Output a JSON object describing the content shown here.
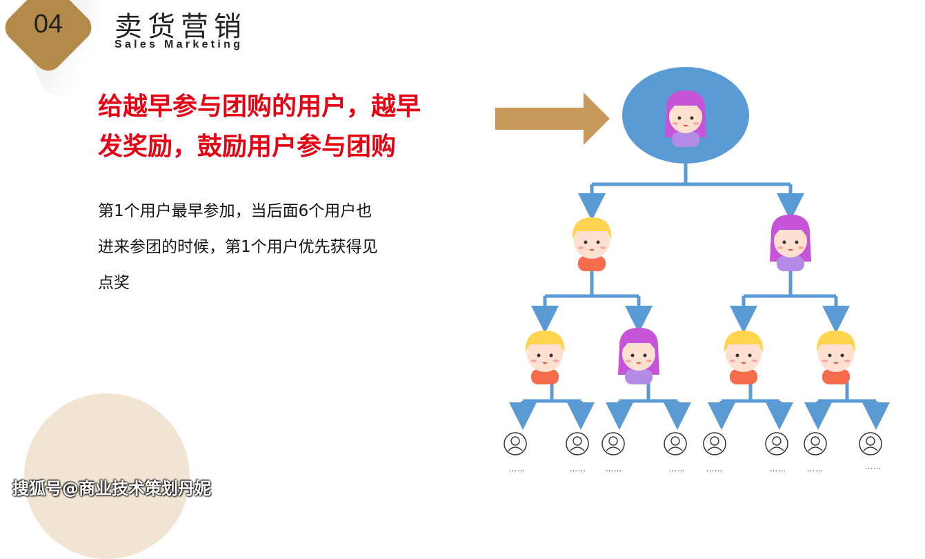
{
  "header": {
    "number": "04",
    "title_cn": "卖货营销",
    "title_en": "Sales Marketing"
  },
  "headline": {
    "line1": "给越早参与团购的用户，越早",
    "line2": "发奖励，鼓励用户参与团购"
  },
  "body": {
    "line1": "第1个用户最早参加，当后面6个用户也",
    "line2": "进来参团的时候，第1个用户优先获得见",
    "line3": "点奖"
  },
  "tree": {
    "leaf_label": "……"
  },
  "watermark": "搜狐号@商业技术策划丹妮",
  "colors": {
    "accent_gold": "#b48a4a",
    "arrow": "#c9995a",
    "headline_red": "#e60012",
    "tree_blue": "#5b9bd5",
    "root_circle": "#5b9bd5",
    "deco_circle": "#f1e4d2"
  },
  "icons": {
    "root": "girl-avatar-icon",
    "level2": [
      "boy-avatar-icon",
      "girl-avatar-icon"
    ],
    "level3": [
      "boy-avatar-icon",
      "girl-avatar-icon",
      "boy-avatar-icon",
      "boy-avatar-icon"
    ],
    "leaf": "user-outline-icon"
  }
}
